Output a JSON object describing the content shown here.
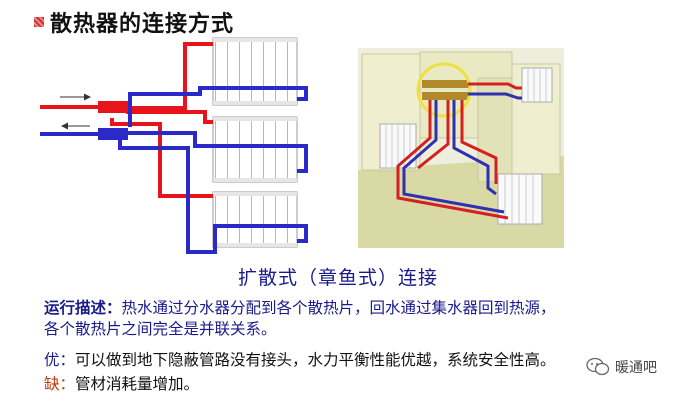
{
  "title": "散热器的连接方式",
  "caption": "扩散式（章鱼式）连接",
  "description": {
    "label": "运行描述：",
    "line1": "热水通过分水器分配到各个散热片，回水通过集水器回到热源，",
    "line2": "各个散热片之间完全是并联关系。"
  },
  "advantage": {
    "label": "优：",
    "text": "可以做到地下隐蔽管路没有接头，水力平衡性能优越，系统安全性高。"
  },
  "disadvantage": {
    "label": "缺：",
    "text": "管材消耗量增加。"
  },
  "watermark": "暖通吧",
  "photo_caption": "",
  "colors": {
    "supply": "#e8141b",
    "return": "#2a2ac8",
    "text_blue": "#1a1a8c",
    "con_label": "#c03c0c",
    "highlight": "#f0e040"
  }
}
